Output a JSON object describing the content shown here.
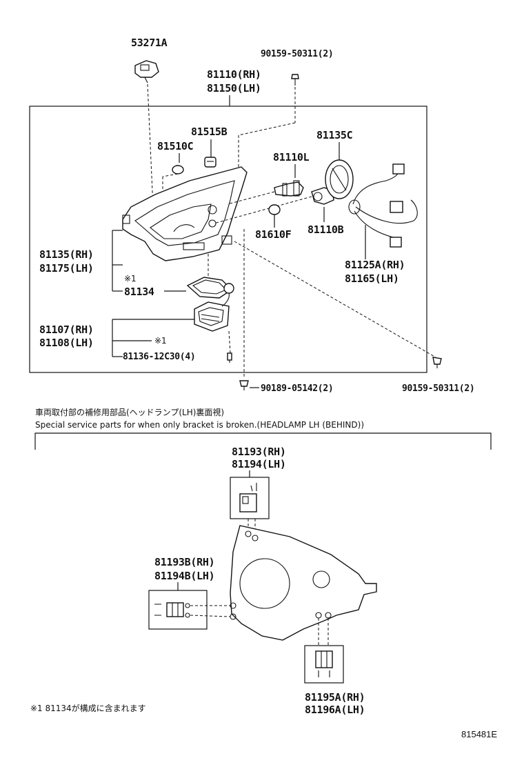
{
  "labels": {
    "p53271a": "53271A",
    "p90159_top": "90159-50311(2)",
    "p81110rh": "81110(RH)",
    "p81150lh": "81150(LH)",
    "p81515b": "81515B",
    "p81510c": "81510C",
    "p81135c": "81135C",
    "p81110l": "81110L",
    "p81610f": "81610F",
    "p81110b": "81110B",
    "p81135rh": "81135(RH)",
    "p81175lh": "81175(LH)",
    "mark1a": "※1",
    "p81134": "81134",
    "p81125arh": "81125A(RH)",
    "p81165lh": "81165(LH)",
    "p81107rh": "81107(RH)",
    "p81108lh": "81108(LH)",
    "mark1b": "※1",
    "p81136": "81136-12C30(4)",
    "p90189": "90189-05142(2)",
    "p90159_bot": "90159-50311(2)",
    "p81193rh": "81193(RH)",
    "p81194lh": "81194(LH)",
    "p81193brh": "81193B(RH)",
    "p81194blh": "81194B(LH)",
    "p81195arh": "81195A(RH)",
    "p81196alh": "81196A(LH)"
  },
  "section": {
    "title_jp": "車両取付部の補修用部品(ヘッドランプ(LH)裏面視)",
    "title_en": "Special service parts for when only bracket is broken.(HEADLAMP LH (BEHIND))"
  },
  "footnote": "※1  81134が構成に含まれます",
  "figure_id": "815481E"
}
